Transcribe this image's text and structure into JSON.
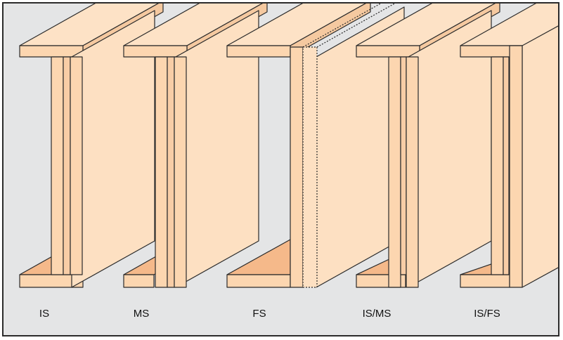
{
  "labels": {
    "is": "IS",
    "ms": "MS",
    "fs": "FS",
    "is_ms": "IS/MS",
    "is_fs": "IS/FS"
  },
  "colors": {
    "background": "#e4e5e6",
    "wood_front": "#fcd6b0",
    "wood_top": "#fde2c6",
    "wood_face": "#fde0c2",
    "wood_shade": "#f5b98a",
    "stroke": "#2b2b2b"
  }
}
